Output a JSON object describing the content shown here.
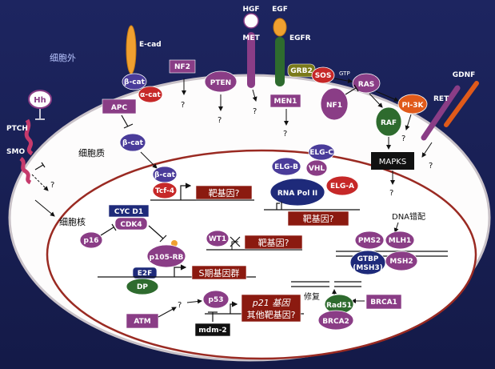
{
  "regions": {
    "extracellular": "细胞外",
    "cytoplasm": "细胞质",
    "nucleus": "细胞核"
  },
  "labels": {
    "hh": "Hh",
    "ptch": "PTCH",
    "smo": "SMO",
    "ecad": "E-cad",
    "beta_cat_top": "β-cat",
    "alpha_cat": "α-cat",
    "nf2": "NF2",
    "pten": "PTEN",
    "hgf": "HGF",
    "met": "MET",
    "egf": "EGF",
    "egfr": "EGFR",
    "grb2": "GRB2",
    "sos": "SOS",
    "gtp": "GTP",
    "ras": "RAS",
    "gdnf": "GDNF",
    "ret": "RET",
    "pi3k": "PI-3K",
    "raf": "RAF",
    "nf1": "NF1",
    "men1": "MEN1",
    "apc": "APC",
    "beta_cat_mid": "β-cat",
    "beta_cat_nuc": "β-cat",
    "tcf4": "Tcf-4",
    "target_gene_1": "靶基因?",
    "elg_c": "ELG-C",
    "elg_b": "ELG-B",
    "vhl": "VHL",
    "elg_a": "ELG-A",
    "rna_pol": "RNA Pol II",
    "target_gene_2": "靶基因?",
    "mapks": "MAPKS",
    "cyc_d1": "CYC D1",
    "cdk4": "CDK4",
    "p16": "p16",
    "wt1": "WT1",
    "target_gene_3": "靶基因?",
    "p105rb": "p105-RB",
    "e2f": "E2F",
    "dp": "DP",
    "s_phase": "S期基因群",
    "dna_mismatch": "DNA错配",
    "pms2": "PMS2",
    "mlh1": "MLH1",
    "gtbp": "GTBP",
    "msh3": "(MSH3)",
    "msh2": "MSH2",
    "repair": "修复",
    "brca1": "BRCA1",
    "rad51": "Rad51",
    "brca2": "BRCA2",
    "atm": "ATM",
    "p53": "p53",
    "mdm2": "mdm-2",
    "p21_line1": "p21 基因",
    "p21_line2": "其他靶基因?",
    "q": "?"
  }
}
